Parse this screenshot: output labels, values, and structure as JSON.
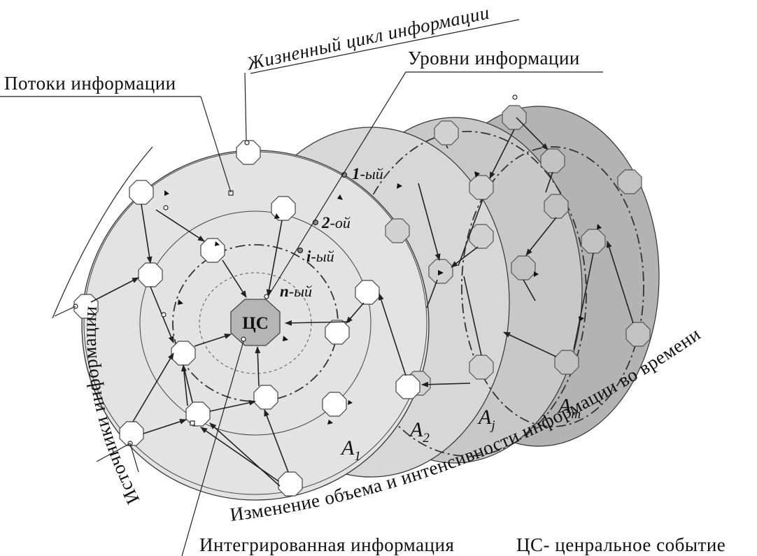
{
  "labels": {
    "lifecycle": "Жизненный цикл информации",
    "levels": "Уровни информации",
    "flows": "Потоки информации",
    "sources": "Источники информации",
    "change": "Изменение объема и интенсивности информации во времени",
    "integrated": "Интегрированная информация",
    "cs_note": "ЦС- ценральное событие",
    "center": "ЦС"
  },
  "levels": [
    {
      "num": "1",
      "suffix": "-ый"
    },
    {
      "num": "2",
      "suffix": "-ой"
    },
    {
      "num": "i",
      "suffix": "-ый"
    },
    {
      "num": "n",
      "suffix": "-ый"
    }
  ],
  "aspects": [
    {
      "main": "A",
      "sub": "1"
    },
    {
      "main": "A",
      "sub": "2"
    },
    {
      "main": "A",
      "sub": "j"
    },
    {
      "main": "A",
      "sub": "m"
    }
  ],
  "colors": {
    "disk_front": "#e3e3e3",
    "disk_2": "#d7d7d7",
    "disk_3": "#c8c8c8",
    "disk_back": "#b3b3b3",
    "node_fill": "#ffffff",
    "center_fill": "#b5b5b5",
    "stroke": "#222222"
  }
}
